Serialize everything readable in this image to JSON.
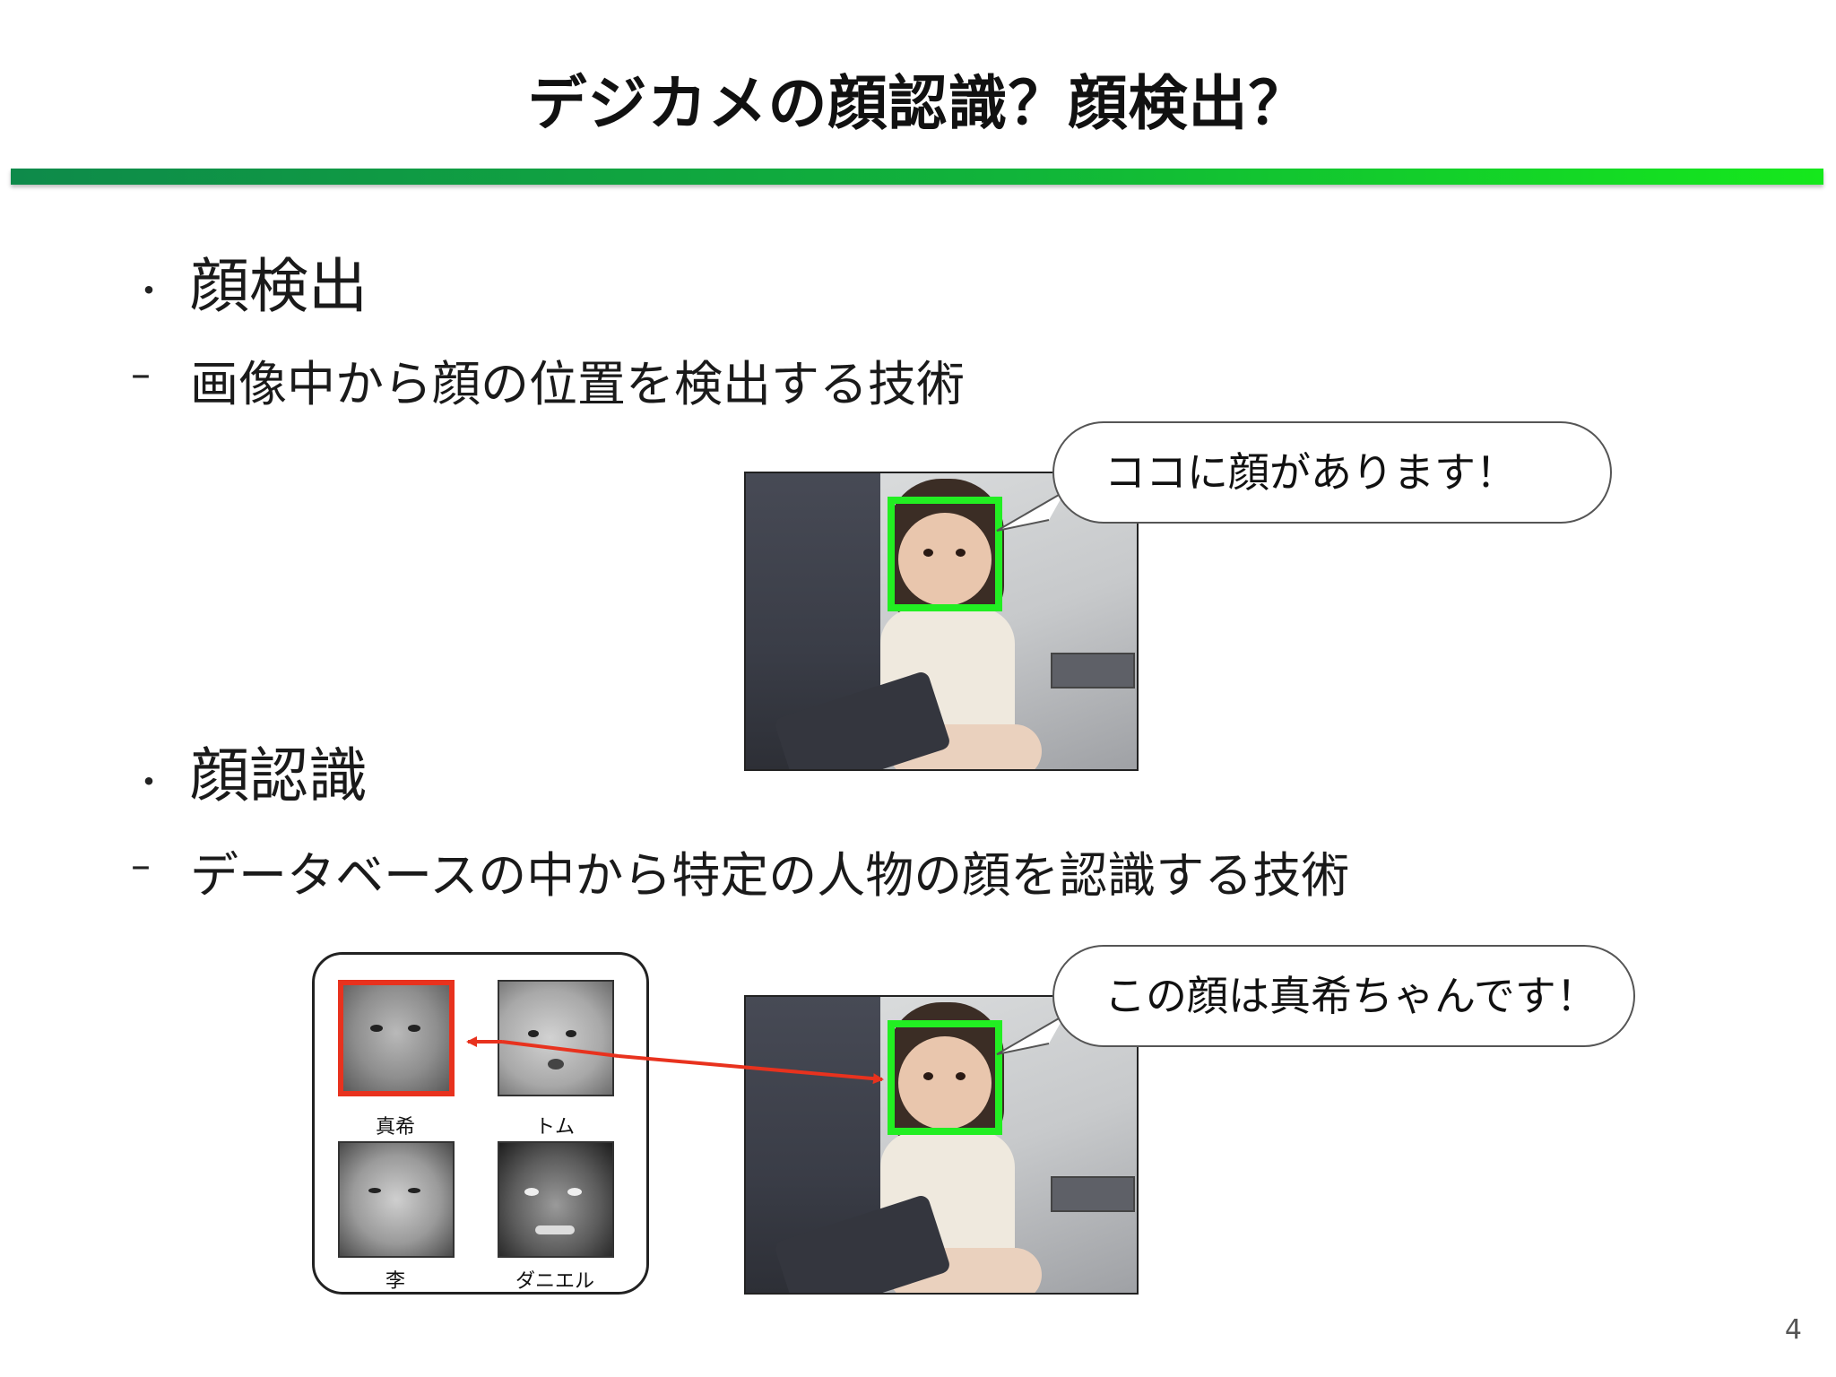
{
  "slide": {
    "title": "デジカメの顔認識？顔検出？",
    "page_number": "4",
    "accent_color": "#11b43a"
  },
  "section1": {
    "bullet": "・",
    "heading": "顔検出",
    "dash": "–",
    "description": "画像中から顔の位置を検出する技術",
    "bubble_text": "ココに顔があります！"
  },
  "section2": {
    "bullet": "・",
    "heading": "顔認識",
    "dash": "–",
    "description": "データベースの中から特定の人物の顔を認識する技術",
    "bubble_text": "この顔は真希ちゃんです！"
  },
  "database": {
    "faces": [
      {
        "label": "真希",
        "selected": true,
        "highlight_color": "#e8321e"
      },
      {
        "label": "トム",
        "selected": false
      },
      {
        "label": "李",
        "selected": false
      },
      {
        "label": "ダニエル",
        "selected": false
      }
    ]
  },
  "detection_box_color": "#22ee22",
  "arrow_color": "#e8321e"
}
